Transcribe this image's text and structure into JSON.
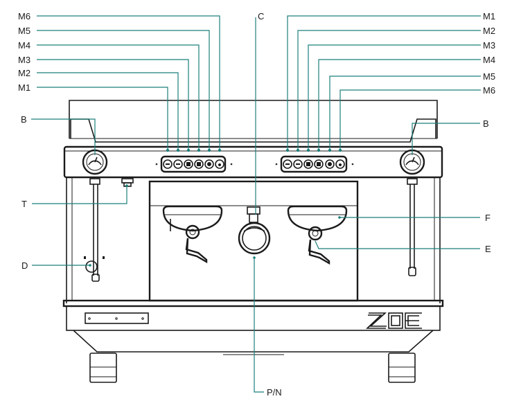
{
  "callouts": {
    "left_m6": "M6",
    "left_m5": "M5",
    "left_m4": "M4",
    "left_m3": "M3",
    "left_m2": "M2",
    "left_m1": "M1",
    "right_m1": "M1",
    "right_m2": "M2",
    "right_m3": "M3",
    "right_m4": "M4",
    "right_m5": "M5",
    "right_m6": "M6",
    "c": "C",
    "b_left": "B",
    "b_right": "B",
    "t": "T",
    "f": "F",
    "e": "E",
    "d": "D",
    "pn": "P/N"
  },
  "brand_logo": "ZOE",
  "colors": {
    "leader": "#1b7f7a",
    "outline": "#1a1a1a",
    "background": "#ffffff"
  }
}
